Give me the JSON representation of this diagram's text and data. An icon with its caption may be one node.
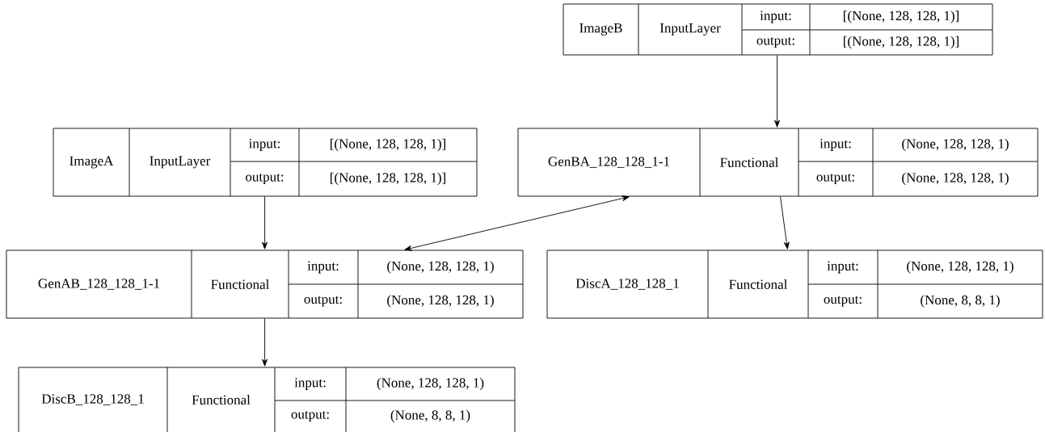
{
  "diagram": {
    "nodes": [
      {
        "text": [
          "ImageB",
          "InputLayer",
          "input:",
          "[(None, 128, 128, 1)]",
          "output:",
          "[(None, 128, 128, 1)]"
        ]
      },
      {
        "text": [
          "ImageA",
          "InputLayer",
          "input:",
          "[(None, 128, 128, 1)]",
          "output:",
          "[(None, 128, 128, 1)]"
        ]
      },
      {
        "text": [
          "GenBA_128_128_1-1",
          "Functional",
          "input:",
          "(None, 128, 128, 1)",
          "output:",
          "(None, 128, 128, 1)"
        ]
      },
      {
        "text": [
          "GenAB_128_128_1-1",
          "Functional",
          "input:",
          "(None, 128, 128, 1)",
          "output:",
          "(None, 128, 128, 1)"
        ]
      },
      {
        "text": [
          "DiscA_128_128_1",
          "Functional",
          "input:",
          "(None, 128, 128, 1)",
          "output:",
          "(None, 8, 8, 1)"
        ]
      },
      {
        "text": [
          "DiscB_128_128_1",
          "Functional",
          "input:",
          "(None, 128, 128, 1)",
          "output:",
          "(None, 8, 8, 1)"
        ]
      }
    ],
    "edges": [
      {
        "from": 0,
        "to": 2,
        "arrow": "to"
      },
      {
        "from": 1,
        "to": 3,
        "arrow": "to"
      },
      {
        "from": 3,
        "to": 2,
        "arrow": "both"
      },
      {
        "from": 2,
        "to": 4,
        "arrow": "to"
      },
      {
        "from": 3,
        "to": 5,
        "arrow": "to"
      }
    ]
  }
}
